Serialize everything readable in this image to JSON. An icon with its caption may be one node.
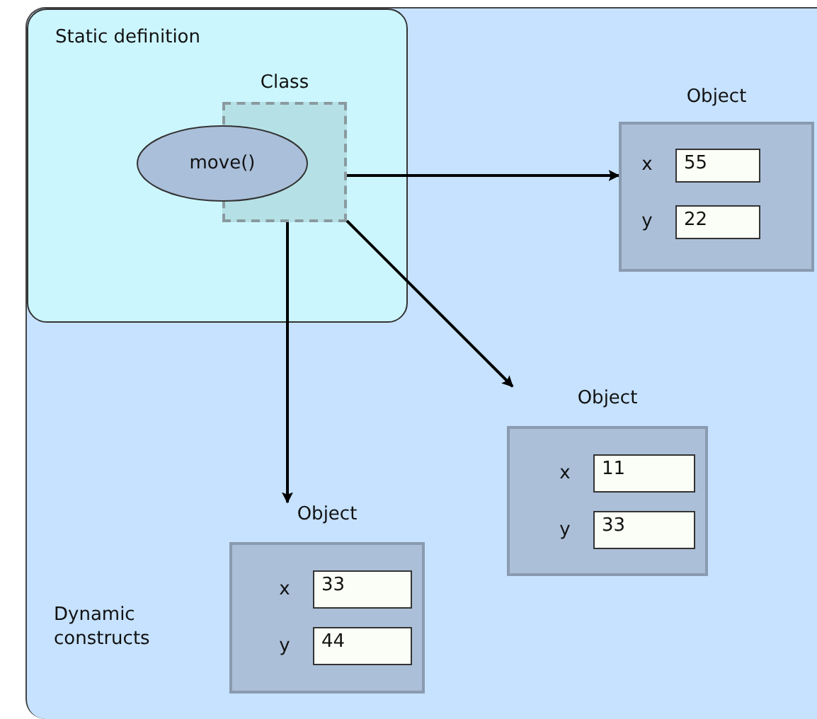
{
  "diagram": {
    "nodes": [
      {
        "text": [
          "Dynamic constructs"
        ]
      },
      {
        "text": [
          "Static definition"
        ],
        "in": 0
      },
      {
        "text": [
          "Class"
        ],
        "in": 1
      },
      {
        "text": [
          "move()"
        ],
        "in": 1
      },
      {
        "text": [
          "Object"
        ],
        "in": 0
      },
      {
        "text": [
          "55"
        ],
        "in": 4,
        "beside": [
          "x"
        ]
      },
      {
        "text": [
          "22"
        ],
        "in": 4,
        "beside": [
          "y"
        ]
      },
      {
        "text": [
          "Object"
        ],
        "in": 0
      },
      {
        "text": [
          "11"
        ],
        "in": 7,
        "beside": [
          "x"
        ]
      },
      {
        "text": [
          "33"
        ],
        "in": 7,
        "beside": [
          "y"
        ]
      },
      {
        "text": [
          "Object"
        ],
        "in": 0
      },
      {
        "text": [
          "33"
        ],
        "in": 10,
        "beside": [
          "x"
        ]
      },
      {
        "text": [
          "44"
        ],
        "in": 10,
        "beside": [
          "y"
        ]
      }
    ],
    "edges": [
      {
        "from": 2,
        "to": 4,
        "arrow": "to"
      },
      {
        "from": 2,
        "to": 7,
        "arrow": "to"
      },
      {
        "from": 2,
        "to": 10,
        "arrow": "to"
      }
    ]
  }
}
